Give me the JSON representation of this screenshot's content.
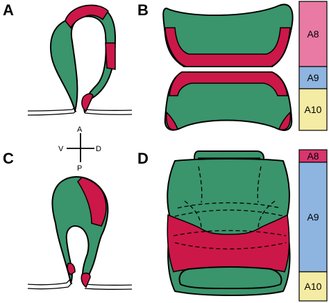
{
  "panels": {
    "a": {
      "letter": "A"
    },
    "b": {
      "letter": "B"
    },
    "c": {
      "letter": "C"
    },
    "d": {
      "letter": "D"
    }
  },
  "axes": {
    "anterior": "A",
    "ventral": "V",
    "dorsal": "D",
    "posterior": "P"
  },
  "bars": {
    "top": {
      "a8": "A8",
      "a9": "A9",
      "a10": "A10"
    },
    "bottom": {
      "a8": "A8",
      "a9": "A9",
      "a10": "A10"
    }
  },
  "colors": {
    "green": "#3a946c",
    "magenta": "#cc1749",
    "bar_pink": "#e87aa3",
    "bar_blue": "#8eb4e0",
    "bar_yellow": "#f4eba4",
    "bar_magenta": "#d7366e",
    "outline": "#000000"
  }
}
